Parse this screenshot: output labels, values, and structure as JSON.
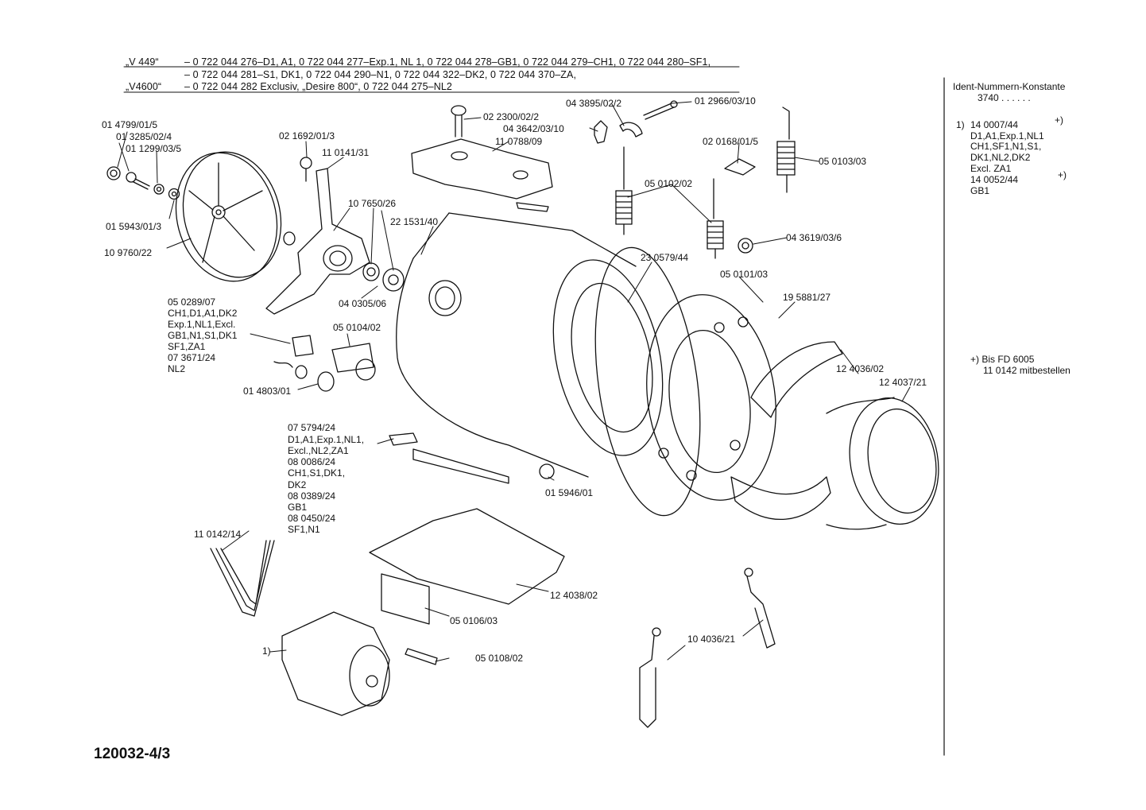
{
  "header": {
    "model1_name": "„V 449“",
    "model1_line1": "– 0 722 044 276–D1, A1, 0 722 044 277–Exp.1, NL 1, 0 722 044 278–GB1, 0 722 044 279–CH1, 0 722 044 280–SF1,",
    "model1_line2": "– 0 722 044 281–S1, DK1, 0 722 044 290–N1, 0 722 044 322–DK2, 0 722 044 370–ZA,",
    "model2_name": "„V4600“",
    "model2_line": "– 0 722 044 282 Exclusiv, „Desire 800“, 0 722 044 275–NL2"
  },
  "sidebar": {
    "title": "Ident-Nummern-Konstante",
    "constant": "3740  . .   . . . .",
    "note1_marker": "1)",
    "note1_part": "14 0007/44",
    "note1_plus": "+)",
    "note1_lines": [
      "D1,A1,Exp.1,NL1",
      "CH1,SF1,N1,S1,",
      "DK1,NL2,DK2",
      "Excl. ZA1"
    ],
    "note2_part": "14 0052/44",
    "note2_plus": "+)",
    "note2_line": "GB1",
    "footnote_line1": "+) Bis FD 6005",
    "footnote_line2": "11 0142 mitbestellen"
  },
  "diagram_code": "120032-4/3",
  "parts": {
    "p014799": "01 4799/01/5",
    "p013285": "01 3285/02/4",
    "p011299": "01 1299/03/5",
    "p015943": "01 5943/01/3",
    "p109760": "10 9760/22",
    "p021692": "02 1692/01/3",
    "p110141": "11 0141/31",
    "p022300": "02 2300/02/2",
    "p110788": "11 0788/09",
    "p043895": "04 3895/02/2",
    "p043642": "04 3642/03/10",
    "p012966": "01 2966/03/10",
    "p020168": "02 0168/01/5",
    "p050103": "05 0103/03",
    "p050102": "05 0102/02",
    "p107650": "10 7650/26",
    "p221531": "22 1531/40",
    "p043619": "04 3619/03/6",
    "p230579": "23 0579/44",
    "p050101": "05 0101/03",
    "p195881": "19 5881/27",
    "p040305": "04 0305/06",
    "p050289": [
      "05 0289/07",
      "CH1,D1,A1,DK2",
      "Exp.1,NL1,Excl.",
      "GB1,N1,S1,DK1",
      "SF1,ZA1",
      "07 3671/24",
      "NL2"
    ],
    "p050104": "05 0104/02",
    "p014803": "01 4803/01",
    "p124036": "12 4036/02",
    "p124037": "12 4037/21",
    "p075794": [
      "07 5794/24",
      "D1,A1,Exp.1,NL1,",
      "Excl.,NL2,ZA1",
      "08 0086/24",
      "CH1,S1,DK1,",
      "DK2",
      "08 0389/24",
      "GB1",
      "08 0450/24",
      "SF1,N1"
    ],
    "p015946": "01 5946/01",
    "p110142": "11 0142/14",
    "p124038": "12 4038/02",
    "p050106": "05 0106/03",
    "p050108": "05 0108/02",
    "p104036": "10 4036/21",
    "motor_marker": "1)"
  }
}
